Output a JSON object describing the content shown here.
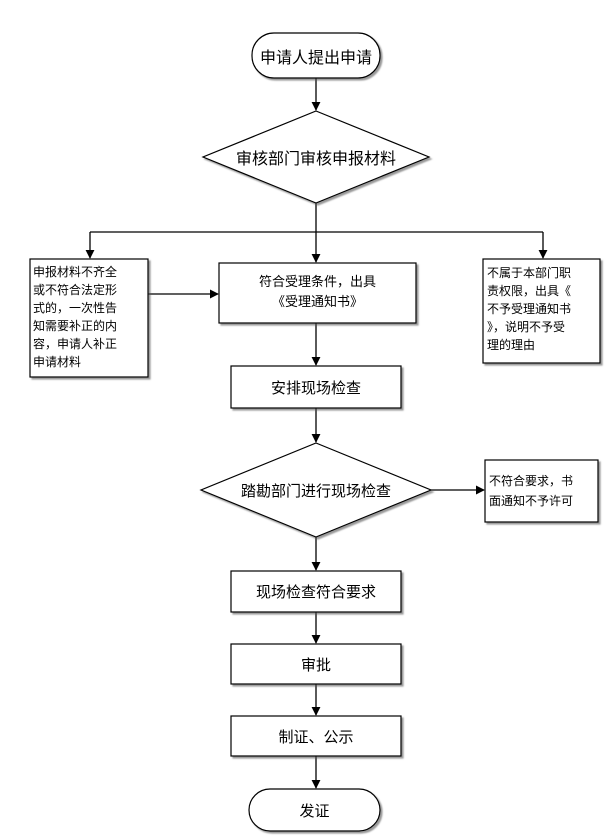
{
  "nodes": {
    "start": "申请人提出申请",
    "review": "审核部门审核申报材料",
    "incomplete": "申报材料不齐全\n或不符合法定形\n式的，一次性告\n知需要补正的内\n容，申请人补正\n申请材料",
    "accept": "符合受理条件，出具\n《受理通知书》",
    "reject": "不属于本部门职\n责权限，出具《\n不予受理通知书\n》，说明不予受\n理的理由",
    "arrange": "安排现场检查",
    "inspect": "踏勘部门进行现场检查",
    "not_permit": "不符合要求，书\n面通知不予许可",
    "meets": "现场检查符合要求",
    "approve": "审批",
    "certify": "制证、公示",
    "issue": "发证"
  },
  "colors": {
    "line": "#000000",
    "box_fill": "#ffffff",
    "shadow": "#555555"
  }
}
